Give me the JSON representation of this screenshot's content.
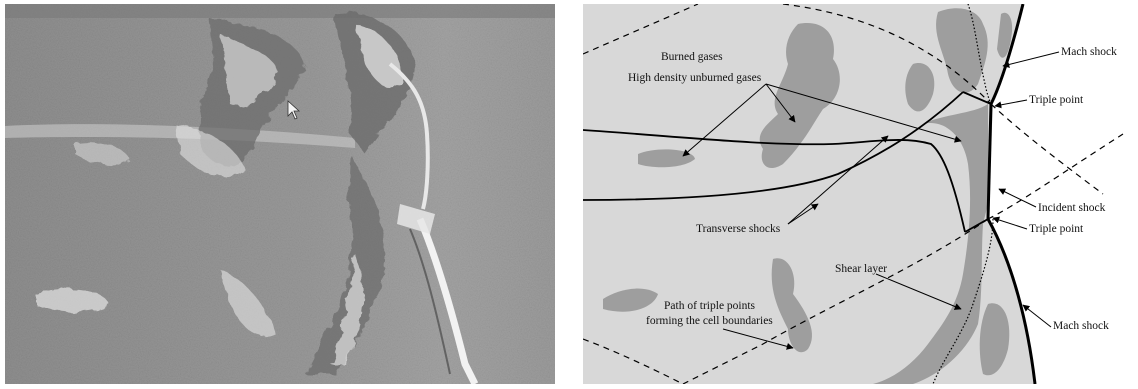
{
  "photo": {
    "description_icon": "schlieren-photograph-of-detonation-front"
  },
  "schematic": {
    "labels": {
      "burned_gases": "Burned gases",
      "high_density_unburned": "High density unburned gases",
      "mach_shock_top": "Mach shock",
      "triple_point_top": "Triple point",
      "incident_shock": "Incident shock",
      "triple_point_bottom": "Triple point",
      "transverse_shocks": "Transverse shocks",
      "shear_layer": "Shear layer",
      "path_line1": "Path of triple points",
      "path_line2": "forming the cell boundaries",
      "mach_shock_bottom": "Mach shock"
    },
    "colors": {
      "background": "#d8d8d8",
      "unburned_pockets": "#9e9e9e",
      "lines": "#000000"
    }
  }
}
